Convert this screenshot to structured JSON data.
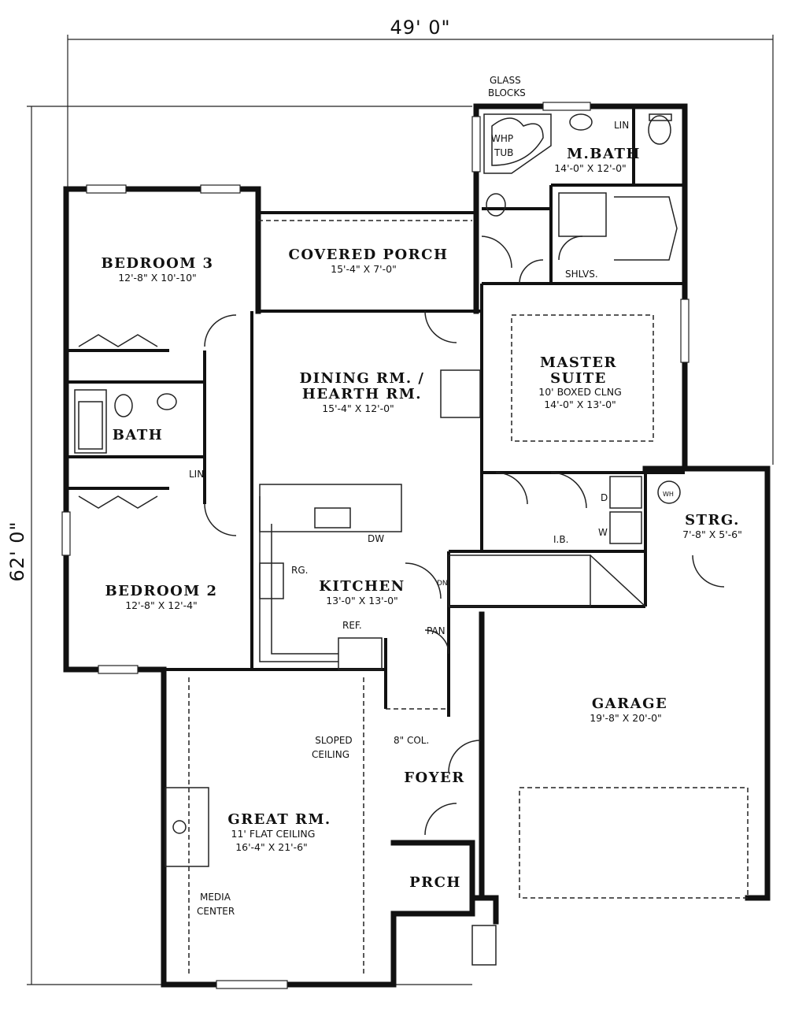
{
  "dimensions": {
    "width": "49' 0\"",
    "depth": "62' 0\""
  },
  "rooms": {
    "m_bath": {
      "name": "M.BATH",
      "size": "14'-0\" X 12'-0\""
    },
    "bedroom3": {
      "name": "BEDROOM 3",
      "size": "12'-8\" X 10'-10\""
    },
    "covered_porch": {
      "name": "COVERED PORCH",
      "size": "15'-4\" X 7'-0\""
    },
    "dining": {
      "name_line1": "DINING RM. /",
      "name_line2": "HEARTH RM.",
      "size": "15'-4\" X 12'-0\""
    },
    "master": {
      "name_line1": "MASTER",
      "name_line2": "SUITE",
      "note": "10' BOXED CLNG",
      "size": "14'-0\" X 13'-0\""
    },
    "bath": {
      "name": "BATH"
    },
    "strg": {
      "name": "STRG.",
      "size": "7'-8\" X 5'-6\""
    },
    "bedroom2": {
      "name": "BEDROOM 2",
      "size": "12'-8\" X 12'-4\""
    },
    "kitchen": {
      "name": "KITCHEN",
      "size": "13'-0\" X 13'-0\""
    },
    "garage": {
      "name": "GARAGE",
      "size": "19'-8\" X 20'-0\""
    },
    "foyer": {
      "name": "FOYER"
    },
    "great_rm": {
      "name": "GREAT RM.",
      "note": "11' FLAT CEILING",
      "size": "16'-4\" X 21'-6\""
    },
    "prch": {
      "name": "PRCH"
    }
  },
  "labels": {
    "glass": "GLASS",
    "blocks": "BLOCKS",
    "whp": "WHP",
    "tub": "TUB",
    "lin": "LIN",
    "shlvs": "SHLVS.",
    "lin2": "LIN",
    "d": "D",
    "w": "W",
    "ib": "I.B.",
    "dw": "DW",
    "rg": "RG.",
    "dn": "DN",
    "ref": "REF.",
    "pan": "PAN",
    "col": "8\" COL.",
    "sloped1": "SLOPED",
    "sloped2": "CEILING",
    "media1": "MEDIA",
    "media2": "CENTER",
    "wh": "WH"
  }
}
